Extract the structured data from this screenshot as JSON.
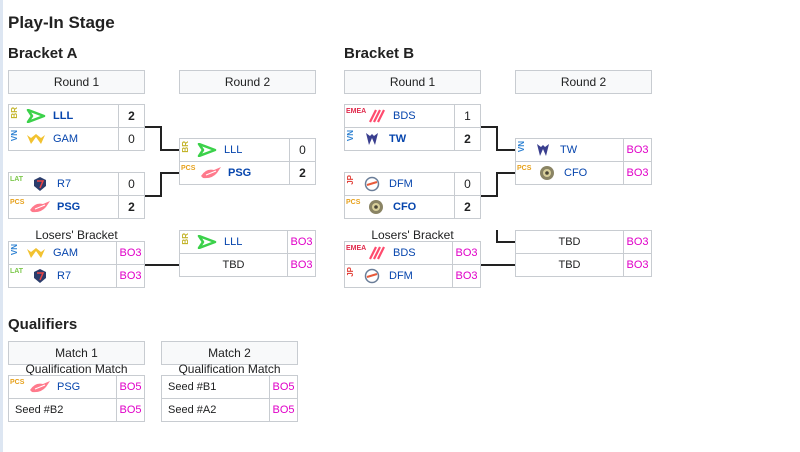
{
  "page_title": "Play-In Stage",
  "colors": {
    "bo_text": "#e000c8",
    "link": "#0645ad",
    "connector": "#222222"
  },
  "bracket_a": {
    "title": "Bracket A",
    "round1_label": "Round 1",
    "round2_label": "Round 2",
    "losers_label": "Losers' Bracket",
    "m1": {
      "t1": {
        "region": "BR",
        "logo": "lll-logo-icon",
        "name": "LLL",
        "score": "2"
      },
      "t2": {
        "region": "VN",
        "logo": "gam-logo-icon",
        "name": "GAM",
        "score": "0"
      }
    },
    "m2": {
      "t1": {
        "region": "LAT",
        "logo": "r7-logo-icon",
        "name": "R7",
        "score": "0"
      },
      "t2": {
        "region": "PCS",
        "logo": "psg-logo-icon",
        "name": "PSG",
        "score": "2"
      }
    },
    "m3": {
      "t1": {
        "region": "BR",
        "logo": "lll-logo-icon",
        "name": "LLL",
        "score": "0"
      },
      "t2": {
        "region": "PCS",
        "logo": "psg-logo-icon",
        "name": "PSG",
        "score": "2"
      }
    },
    "m4": {
      "t1": {
        "region": "VN",
        "logo": "gam-logo-icon",
        "name": "GAM",
        "bo": "BO3"
      },
      "t2": {
        "region": "LAT",
        "logo": "r7-logo-icon",
        "name": "R7",
        "bo": "BO3"
      }
    },
    "m5": {
      "t1": {
        "region": "BR",
        "logo": "lll-logo-icon",
        "name": "LLL",
        "bo": "BO3"
      },
      "t2": {
        "name": "TBD",
        "bo": "BO3"
      }
    }
  },
  "bracket_b": {
    "title": "Bracket B",
    "round1_label": "Round 1",
    "round2_label": "Round 2",
    "losers_label": "Losers' Bracket",
    "m1": {
      "t1": {
        "region": "EMEA",
        "logo": "bds-logo-icon",
        "name": "BDS",
        "score": "1"
      },
      "t2": {
        "region": "VN",
        "logo": "tw-logo-icon",
        "name": "TW",
        "score": "2"
      }
    },
    "m2": {
      "t1": {
        "region": "JP",
        "logo": "dfm-logo-icon",
        "name": "DFM",
        "score": "0"
      },
      "t2": {
        "region": "PCS",
        "logo": "cfo-logo-icon",
        "name": "CFO",
        "score": "2"
      }
    },
    "m3": {
      "t1": {
        "region": "VN",
        "logo": "tw-logo-icon",
        "name": "TW",
        "bo": "BO3"
      },
      "t2": {
        "region": "PCS",
        "logo": "cfo-logo-icon",
        "name": "CFO",
        "bo": "BO3"
      }
    },
    "m4": {
      "t1": {
        "region": "EMEA",
        "logo": "bds-logo-icon",
        "name": "BDS",
        "bo": "BO3"
      },
      "t2": {
        "region": "JP",
        "logo": "dfm-logo-icon",
        "name": "DFM",
        "bo": "BO3"
      }
    },
    "m5": {
      "t1": {
        "name": "TBD",
        "bo": "BO3"
      },
      "t2": {
        "name": "TBD",
        "bo": "BO3"
      }
    }
  },
  "qualifiers": {
    "title": "Qualifiers",
    "match1": {
      "header": "Match 1",
      "sublabel": "Qualification Match",
      "t1": {
        "region": "PCS",
        "logo": "psg-logo-icon",
        "name": "PSG",
        "bo": "BO5"
      },
      "t2": {
        "name": "Seed #B2",
        "bo": "BO5"
      }
    },
    "match2": {
      "header": "Match 2",
      "sublabel": "Qualification Match",
      "t1": {
        "name": "Seed #B1",
        "bo": "BO5"
      },
      "t2": {
        "name": "Seed #A2",
        "bo": "BO5"
      }
    }
  }
}
